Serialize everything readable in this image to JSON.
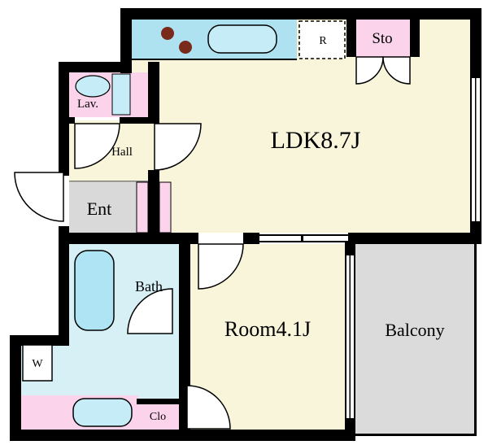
{
  "labels": {
    "ldk": "LDK8.7J",
    "room": "Room4.1J",
    "balcony": "Balcony",
    "bath": "Bath",
    "hall": "Hall",
    "ent": "Ent",
    "lav": "Lav.",
    "sto": "Sto",
    "clo": "Clo",
    "fridge": "R",
    "washer": "W"
  },
  "colors": {
    "wall": "#000000",
    "floor_cream": "#F8F5DA",
    "pink": "#FBD3EB",
    "ent_gray": "#D9D9D9",
    "balcony_gray": "#DBDBDB",
    "wet_blue": "#D7F0F6",
    "kitchen_blue": "#AEE2F0",
    "sink_blue": "#C6ECF8",
    "tub_blue": "#AEE4F4",
    "burner_red": "#7A2A1A",
    "door_white": "#FFFFFF"
  }
}
